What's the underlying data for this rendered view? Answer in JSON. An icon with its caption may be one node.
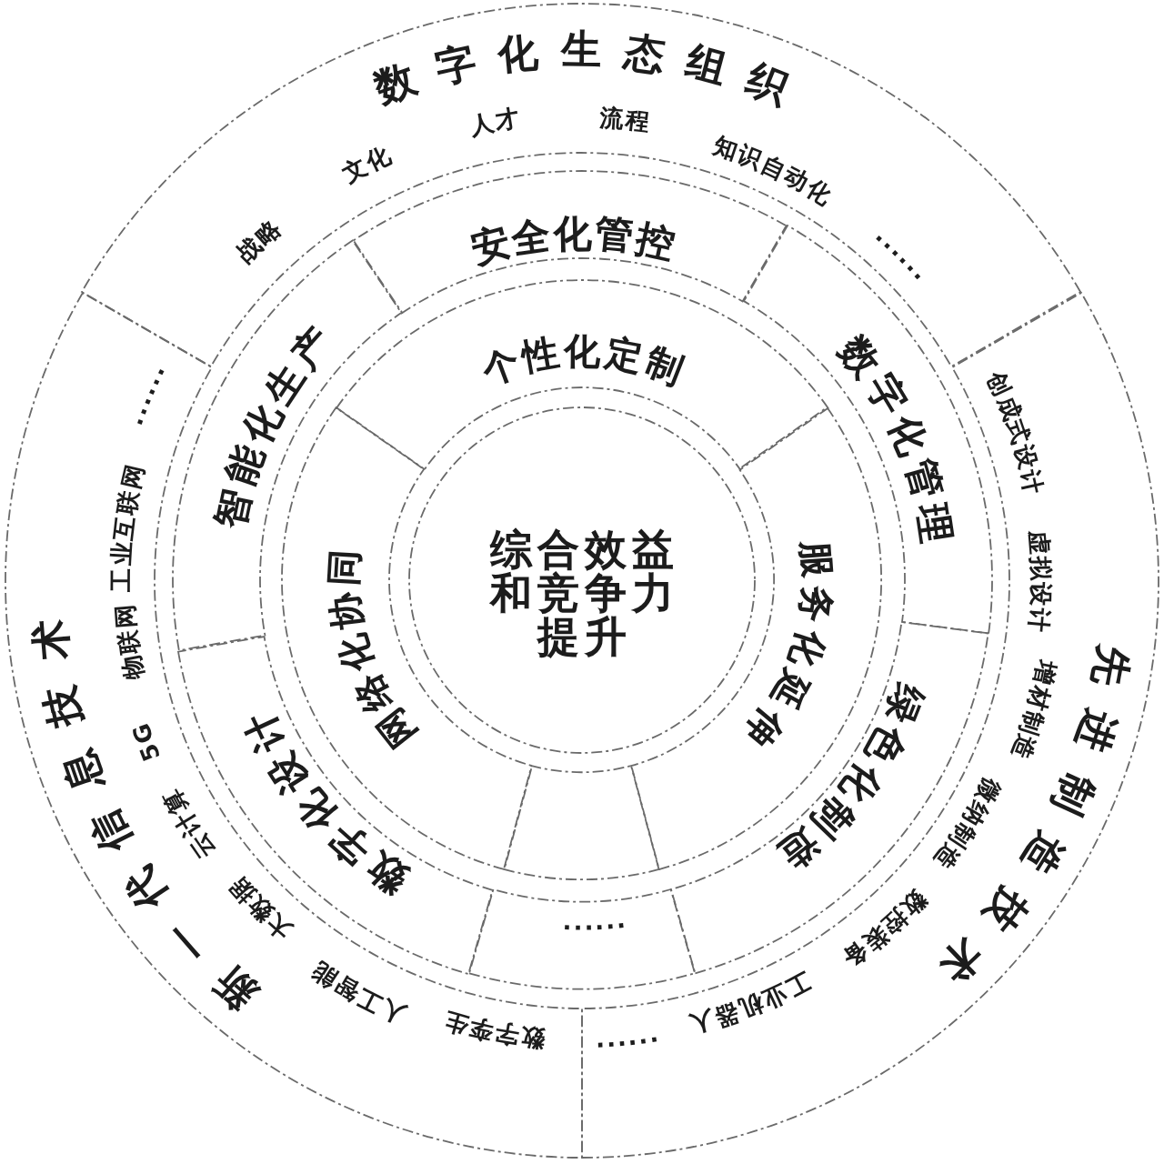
{
  "diagram": {
    "nodes": [
      {
        "text": [
          "综合效益和竞争力提升"
        ]
      },
      {
        "text": [
          "个性化定制"
        ]
      },
      {
        "text": [
          "服务化延伸"
        ]
      },
      {
        "text": [],
        "shape": "sector"
      },
      {
        "text": [
          "网络化协同"
        ]
      },
      {
        "text": [
          "安全化管控"
        ]
      },
      {
        "text": [
          "数字化管理"
        ]
      },
      {
        "text": [
          "绿色化制造"
        ]
      },
      {
        "text": [
          "......"
        ]
      },
      {
        "text": [
          "数字化设计"
        ]
      },
      {
        "text": [
          "智能化生产"
        ]
      },
      {
        "text": [
          "数字化生态组织",
          "战略",
          "文化",
          "人才",
          "流程",
          "知识自动化",
          "......"
        ]
      },
      {
        "text": [
          "先进制造技术",
          "创成式设计",
          "虚拟设计",
          "增材制造",
          "微纳制造",
          "数控装备",
          "工业机器人",
          "......"
        ]
      },
      {
        "text": [
          "新一代信息技术",
          "数字孪生",
          "人工智能",
          "大数据",
          "云计算",
          "5G",
          "物联网",
          "工业互联网",
          "......"
        ]
      }
    ]
  }
}
